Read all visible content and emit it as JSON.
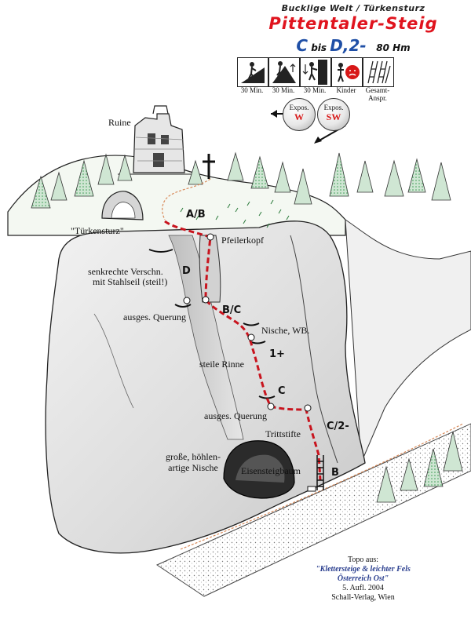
{
  "header": {
    "region": "Bucklige Welt / Türkensturz",
    "title": "Pittentaler-Steig",
    "grade_from": "C",
    "grade_sep": "bis",
    "grade_to": "D,2-",
    "ascent": "80 Hm"
  },
  "icons": [
    {
      "icon": "hiker-approach-icon",
      "caption": "30 Min."
    },
    {
      "icon": "climbing-time-icon",
      "caption": "30 Min."
    },
    {
      "icon": "descent-icon",
      "caption": "30 Min."
    },
    {
      "icon": "kids-icon",
      "caption": "Kinder"
    },
    {
      "icon": "overall-difficulty-icon",
      "caption": "Gesamt-Anspr."
    }
  ],
  "exposure": [
    {
      "label": "Expos.",
      "dir": "W"
    },
    {
      "label": "Expos.",
      "dir": "SW"
    }
  ],
  "labels": {
    "ruine": "Ruine",
    "tuerkensturz": "\"Türkensturz\"",
    "pfeilerkopf": "Pfeilerkopf",
    "verschneidung_1": "senkrechte Verschn.",
    "verschneidung_2": "mit Stahlseil (steil!)",
    "querung_1": "ausges. Querung",
    "nische": "Nische, WB.",
    "rinne": "steile Rinne",
    "querung_2": "ausges. Querung",
    "trittstifte": "Trittstifte",
    "hoehle_1": "große, höhlen-",
    "hoehle_2": "artige Nische",
    "eisensteigbaum": "Eisensteigbaum"
  },
  "grades": {
    "g_ab": "A/B",
    "g_d": "D",
    "g_bc": "B/C",
    "g_1plus": "1+",
    "g_c": "C",
    "g_c2": "C/2-",
    "g_b": "B"
  },
  "source": {
    "line1": "Topo aus:",
    "line2": "\"Klettersteige & leichter Fels",
    "line3": "Österreich Ost\"",
    "line4": "5. Aufl. 2004",
    "line5": "Schall-Verlag, Wien"
  },
  "colors": {
    "route": "#c8141e",
    "title": "#e0141e",
    "grade": "#1f4fa6",
    "rock": "#e2e2e2",
    "tree": "#cfe6d3",
    "dots": "#3a9a52"
  }
}
